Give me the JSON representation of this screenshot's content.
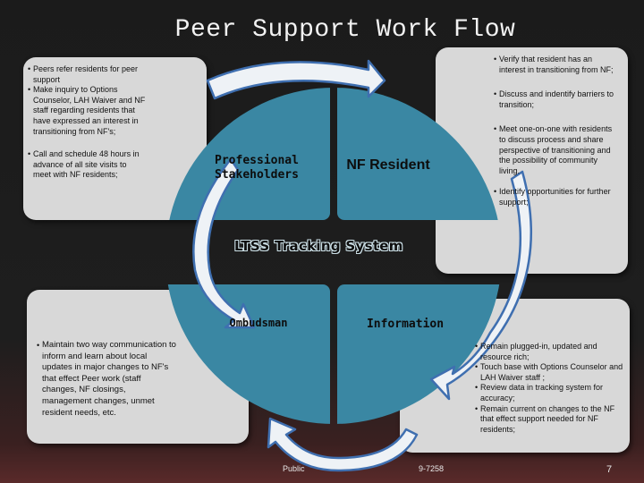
{
  "slide": {
    "title": "Peer Support Work Flow",
    "page_number": "7"
  },
  "panels": {
    "top_left": {
      "bullets": [
        "Peers refer residents for peer support",
        "Make inquiry to Options Counselor, LAH Waiver and NF staff regarding residents that have expressed an interest in transitioning from NF's;",
        "Call and schedule 48 hours in advance of all site visits to meet with NF residents;"
      ]
    },
    "top_right": {
      "bullets": [
        "Verify that resident has an interest in transitioning from NF;",
        "Discuss and indentify barriers to transition;",
        "Meet one-on-one with residents to discuss process and share perspective of transitioning and the possibility of community living.",
        "Identify opportunities for further support;"
      ]
    },
    "bottom_left": {
      "bullets": [
        "Maintain two way communication to inform and learn about local updates in major changes to NF's that effect Peer work (staff changes, NF closings, management changes, unmet resident needs, etc."
      ]
    },
    "bottom_right": {
      "bullets": [
        "Remain plugged-in, updated and resource rich;",
        "Touch base with Options Counselor and LAH Waiver staff ;",
        "Review data in tracking system for accuracy;",
        "Remain current on changes to the NF that effect support needed for NF residents;"
      ]
    }
  },
  "diagram": {
    "center_label": "LTSS Tracking System",
    "wedges": {
      "top_left": "Professional Stakeholders",
      "top_right": "NF Resident",
      "bottom_left": "Ombudsman",
      "bottom_right": "Information"
    },
    "colors": {
      "wedge": "#3a87a3",
      "arrow_fill": "#eef2f6",
      "arrow_stroke": "#3f6fb0",
      "panel": "#d8d8d8",
      "background": "#1e1e1e"
    }
  },
  "footer": {
    "left_fragment": "Public",
    "right_fragment": "9-7258"
  }
}
